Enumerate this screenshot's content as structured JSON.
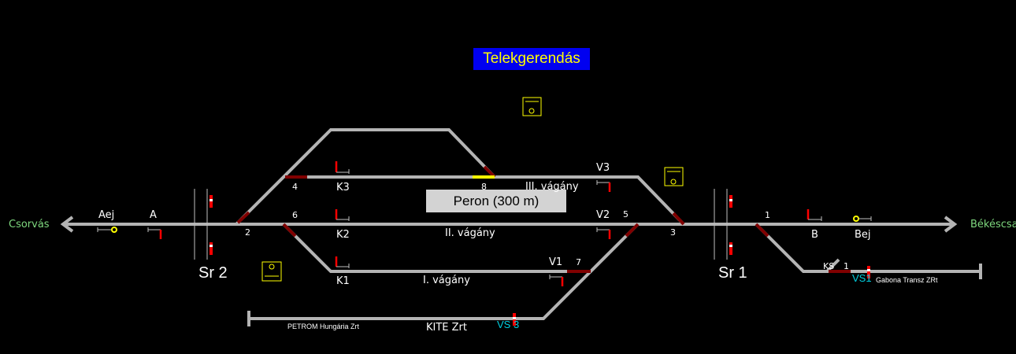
{
  "station": {
    "title": "Telekgerendás",
    "platform": "Peron (300 m)"
  },
  "destinations": {
    "left": "Csorvás",
    "right": "Békéscsaba"
  },
  "signals": {
    "aej": "Aej",
    "a": "A",
    "b": "B",
    "bej": "Bej",
    "k1": "K1",
    "k2": "K2",
    "k3": "K3",
    "v1": "V1",
    "v2": "V2",
    "v3": "V3",
    "ks": "KS",
    "vs1": "VS1",
    "vs3": "VS 3"
  },
  "switches": {
    "s1": "1",
    "s2": "2",
    "s3": "3",
    "s4": "4",
    "s5": "5",
    "s6": "6",
    "s7": "7",
    "s8": "8",
    "ks1": "1"
  },
  "tracks": {
    "t1": "I. vágány",
    "t2": "II. vágány",
    "t3": "III. vágány"
  },
  "interlocking": {
    "sr1": "Sr 1",
    "sr2": "Sr 2"
  },
  "sidings": {
    "petrom": "PETROM Hungária Zrt",
    "kite": "KITE Zrt",
    "gabona": "Gabona Transz ZRt"
  },
  "colors": {
    "track": "#b4b4b4",
    "occupied": "#800000",
    "route": "#ffff00",
    "title_bg": "#0000f0"
  }
}
